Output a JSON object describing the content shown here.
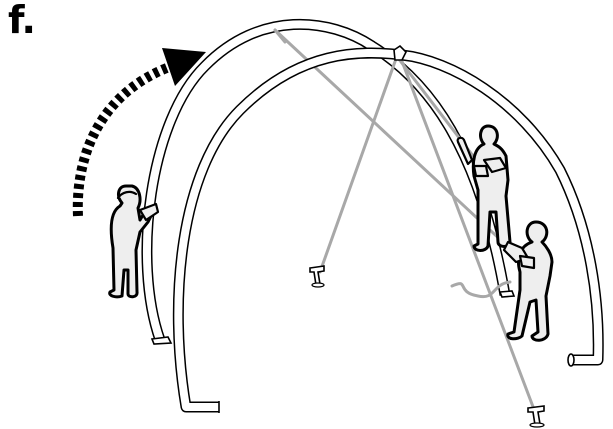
{
  "step_label": "f.",
  "colors": {
    "outline": "#000000",
    "arch_fill": "#ffffff",
    "rope": "#a8a8a8",
    "figure_fill": "#eeeeee"
  },
  "figures": [
    "figure-left-holding-arch",
    "figure-right-holding-rope",
    "figure-front-pulling-rope"
  ],
  "icons": [
    "dashed-rotation-arrow-icon",
    "ground-stake-icon"
  ]
}
